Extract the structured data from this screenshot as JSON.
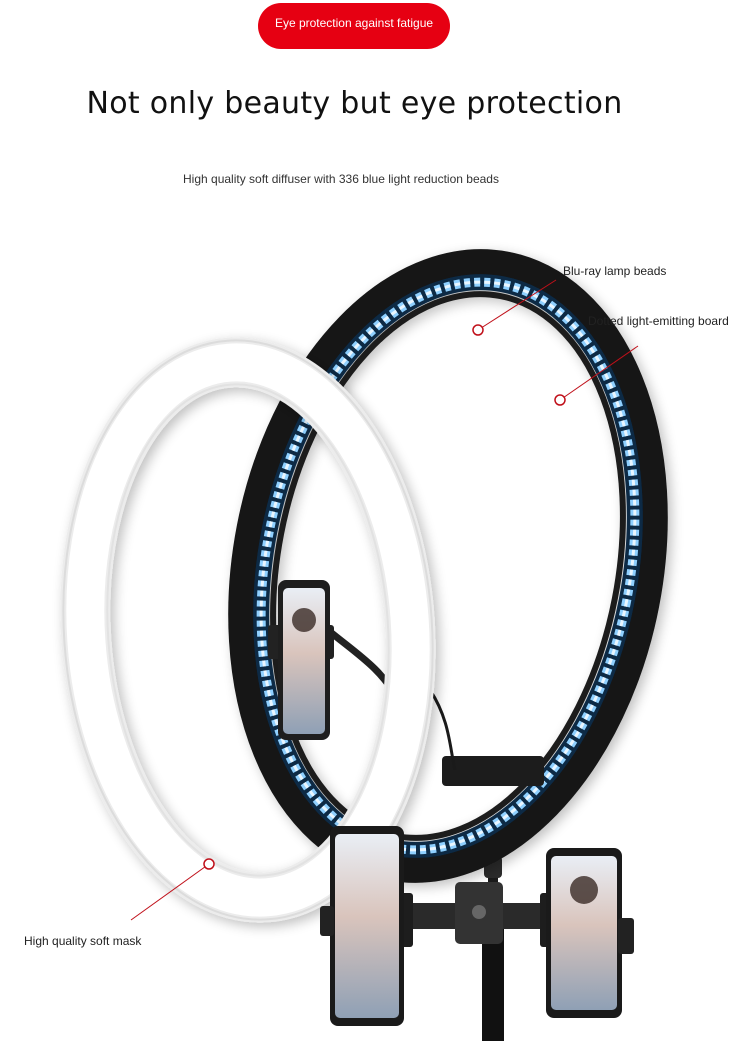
{
  "badge": {
    "label": "Eye protection against fatigue"
  },
  "headline": "Not only beauty but eye protection",
  "subheadline": "High quality soft diffuser with 336 blue light reduction beads",
  "callouts": {
    "lamp_beads": "Blu-ray lamp beads",
    "light_board": "Dotted light-emitting board",
    "soft_mask": "High quality soft mask"
  },
  "colors": {
    "accent_red": "#e60012",
    "led_blue": "#7fc8ff",
    "ring_black": "#141414",
    "diffuser_white": "#ffffff"
  }
}
